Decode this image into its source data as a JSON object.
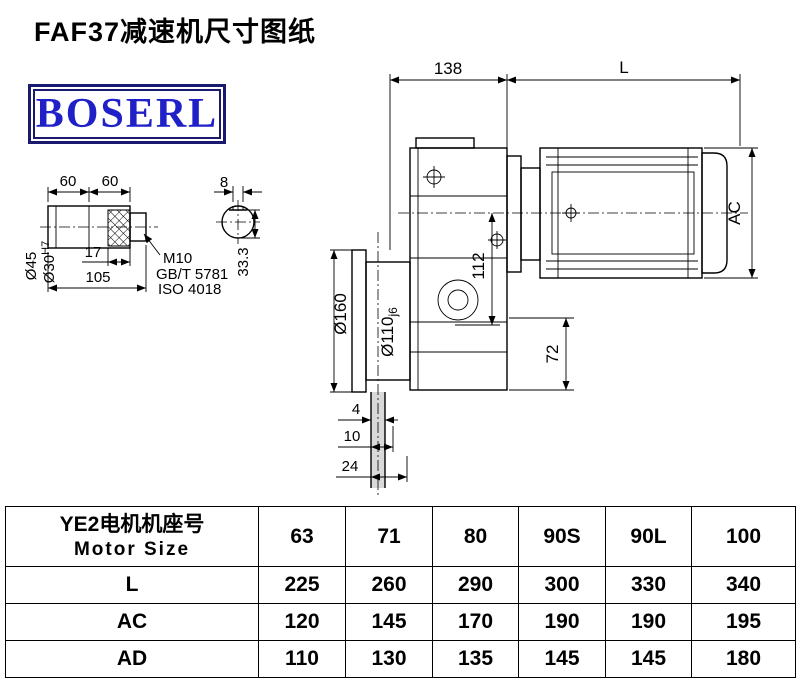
{
  "page": {
    "title": "FAF37减速机尺寸图纸",
    "logo": "BOSERL"
  },
  "colors": {
    "logo_text": "#2020c8",
    "logo_border": "#191970",
    "line_color": "#000000"
  },
  "drawing": {
    "shaft_detail": {
      "dim_60_left": "60",
      "dim_60_right": "60",
      "dim_17": "17",
      "dim_105": "105",
      "dia_45": "Ø45",
      "dia_30_main": "Ø30",
      "dia_30_fit": "H7",
      "thread_label": "M10",
      "std_1": "GB/T 5781",
      "std_2": "ISO 4018"
    },
    "key_section": {
      "dim_8": "8",
      "dim_33_3": "33.3"
    },
    "main_view": {
      "dim_138": "138",
      "dim_L": "L",
      "dim_AC": "AC",
      "dim_112": "112",
      "dim_72": "72",
      "dia_160": "Ø160",
      "dia_110_main": "Ø110",
      "dia_110_fit": "j6",
      "dim_4": "4",
      "dim_10": "10",
      "dim_24": "24"
    }
  },
  "table": {
    "header": {
      "motor_size_cn": "YE2电机机座号",
      "motor_size_en": "Motor Size",
      "sizes": [
        "63",
        "71",
        "80",
        "90S",
        "90L",
        "100"
      ]
    },
    "rows": [
      {
        "label": "L",
        "values": [
          "225",
          "260",
          "290",
          "300",
          "330",
          "340"
        ]
      },
      {
        "label": "AC",
        "values": [
          "120",
          "145",
          "170",
          "190",
          "190",
          "195"
        ]
      },
      {
        "label": "AD",
        "values": [
          "110",
          "130",
          "135",
          "145",
          "145",
          "180"
        ]
      }
    ]
  }
}
